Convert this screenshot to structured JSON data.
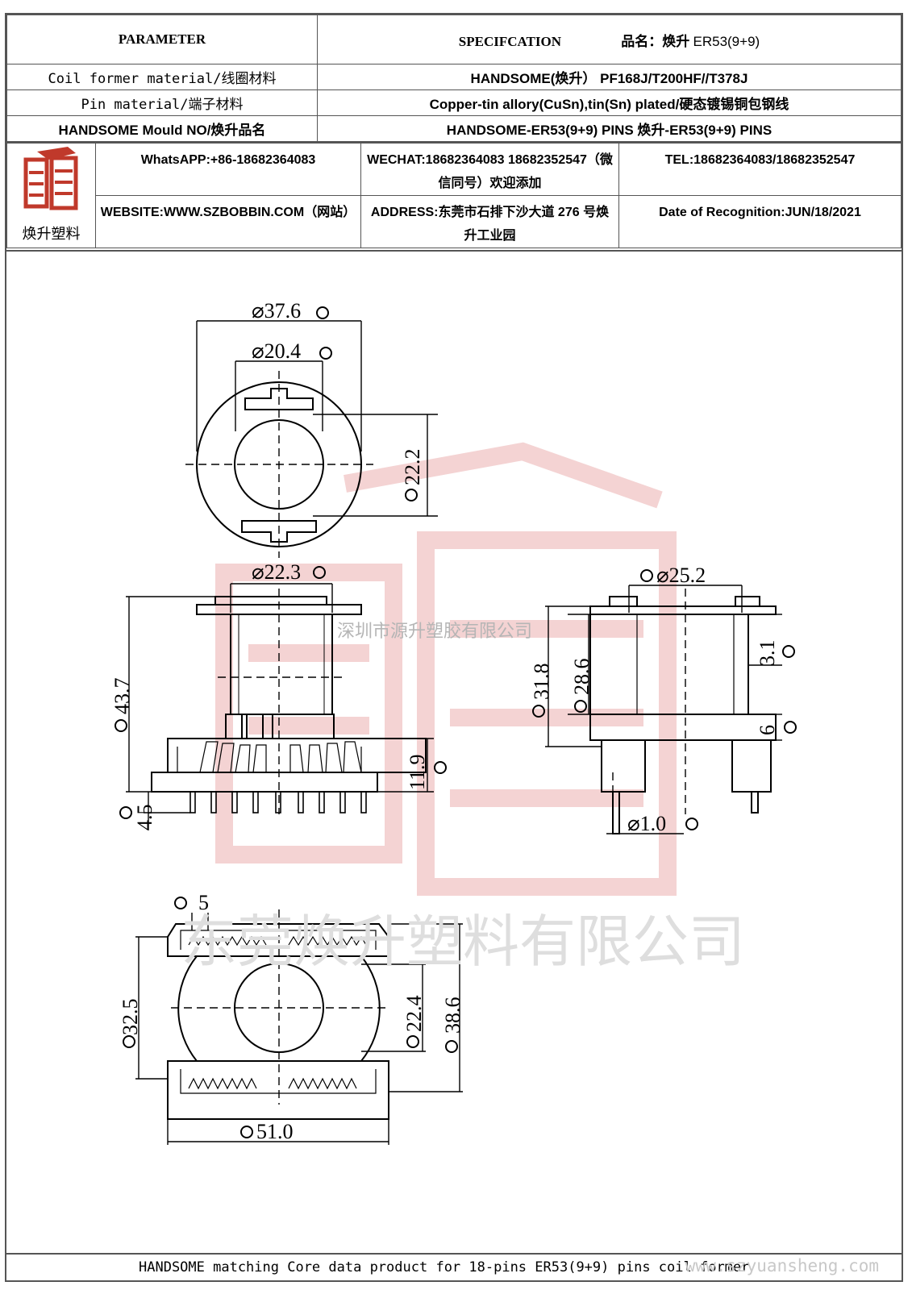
{
  "header": {
    "parameter": "PARAMETER",
    "specification": "SPECIFCATION",
    "product_name_label": "品名：焕升",
    "product_model": "ER53(9+9)"
  },
  "rows": [
    {
      "label": "Coil former material/线圈材料",
      "value": "HANDSOME(焕升）  PF168J/T200HF//T378J"
    },
    {
      "label": "Pin material/端子材料",
      "value": "Copper-tin allory(CuSn),tin(Sn) plated/硬态镀锡铜包钢线"
    },
    {
      "label": "HANDSOME Mould NO/焕升品名",
      "value": "HANDSOME-ER53(9+9) PINS   焕升-ER53(9+9) PINS"
    }
  ],
  "contact": {
    "logo_text": "焕升塑料",
    "whatsapp": "WhatsAPP:+86-18682364083",
    "wechat": "WECHAT:18682364083 18682352547（微信同号）欢迎添加",
    "tel": "TEL:18682364083/18682352547",
    "website": "WEBSITE:WWW.SZBOBBIN.COM（网站）",
    "address": "ADDRESS:东莞市石排下沙大道 276 号焕升工业园",
    "date": "Date of Recognition:JUN/18/2021"
  },
  "dimensions": {
    "a": "⌀37.6",
    "b": "⌀20.4",
    "c": "22.2",
    "d": "⌀22.3",
    "e": "43.7",
    "f": "4.5",
    "g": "11.9",
    "h": "⌀25.2",
    "i": "31.8",
    "j": "28.6",
    "k": "3.1",
    "l": "6",
    "m": "⌀1.0",
    "n": "5",
    "o": "32.5",
    "p": "22.4",
    "q": "38.6",
    "r": "51.0"
  },
  "watermarks": {
    "company_small": "深圳市源升塑胶有限公司",
    "company_large": "东莞焕升塑料有限公司",
    "site": "www.szyuansheng.com"
  },
  "footer": {
    "text": "HANDSOME matching Core data  product for 18-pins ER53(9+9) pins coil former"
  },
  "colors": {
    "line": "#000000",
    "border": "#555555",
    "logo_red": "#c0392b",
    "watermark": "#f4d3d3"
  }
}
